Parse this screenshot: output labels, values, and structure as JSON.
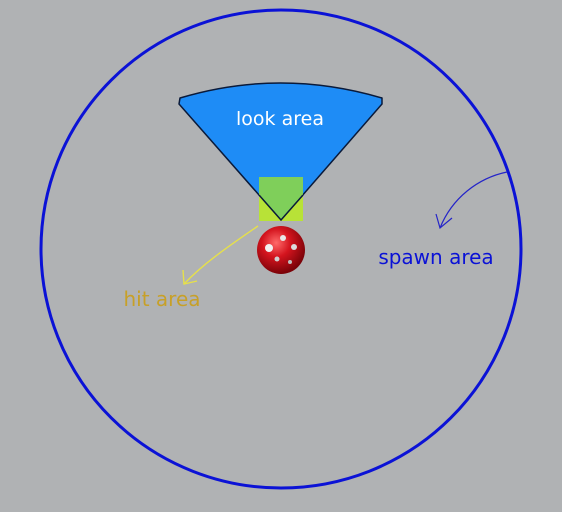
{
  "labels": {
    "look_area": "look area",
    "spawn_area": "spawn area",
    "hit_area": "hit area"
  },
  "colors": {
    "background": "#b0b2b4",
    "spawn_circle": "#0b12d6",
    "look_area_fill": "#1e8cf6",
    "look_area_stroke": "#0a1a3a",
    "hit_area_fill": "#b8e62c",
    "hit_area_overlap": "#7fcf5a",
    "hit_label": "#c7a028",
    "hit_arrow": "#e6e04a",
    "spawn_label": "#0b12d6",
    "spawn_arrow": "#2424c8",
    "ball": "#d4141e"
  },
  "icons": {
    "ball": "red-ball-icon"
  }
}
